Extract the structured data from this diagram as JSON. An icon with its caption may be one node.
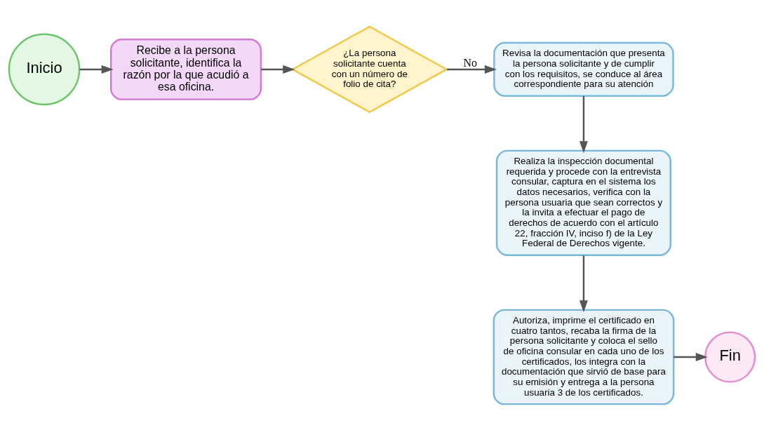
{
  "diagram": {
    "nodes": [
      {
        "text": [
          "Inicio"
        ]
      },
      {
        "text": [
          "Recibe a la persona solicitante, identifica la razón por la que acudió a esa oficina."
        ]
      },
      {
        "text": [
          "¿La persona solicitante cuenta con un número de folio de cita?"
        ]
      },
      {
        "text": [
          "Revisa la documentación que presenta la persona solicitante y de cumplir con los requisitos, se conduce al área correspondiente para su atención"
        ]
      },
      {
        "text": [
          "Realiza la inspección documental requerida y procede con la entrevista consular, captura en el sistema los datos necesarios, verifica con la persona usuaria que sean correctos y la invita a efectuar el pago de derechos de acuerdo con el artículo 22, fracción IV, inciso f) de la Ley Federal de Derechos vigente."
        ]
      },
      {
        "text": [
          "Autoriza, imprime el certificado en cuatro tantos, recaba la firma de la persona solicitante y coloca el sello de oficina consular en cada uno de los certificados, los integra con la documentación que sirvió de base para su emisión y entrega a la persona usuaria 3 de los certificados."
        ]
      },
      {
        "text": [
          "Fin"
        ]
      }
    ],
    "edges": [
      {
        "from": 0,
        "to": 1,
        "arrow": "to"
      },
      {
        "from": 1,
        "to": 2,
        "arrow": "to"
      },
      {
        "from": 2,
        "to": 3,
        "arrow": "to",
        "label": "No"
      },
      {
        "from": 3,
        "to": 4,
        "arrow": "to"
      },
      {
        "from": 4,
        "to": 5,
        "arrow": "to"
      },
      {
        "from": 5,
        "to": 6,
        "arrow": "to"
      }
    ]
  }
}
